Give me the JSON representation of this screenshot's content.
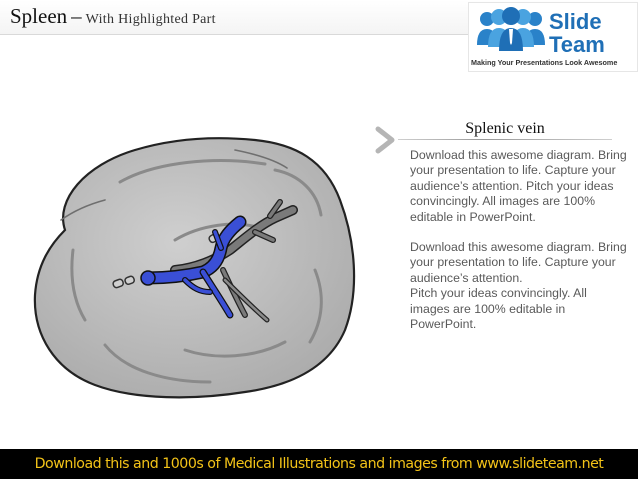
{
  "header": {
    "title_main": "Spleen",
    "title_separator": "–",
    "title_sub": "With Highlighted Part"
  },
  "logo": {
    "name_line1": "Slide",
    "name_line2": "Team",
    "tagline": "Making Your Presentations Look Awesome",
    "icon": "people-group-icon"
  },
  "content": {
    "heading": "Splenic vein",
    "paragraph1": "Download this awesome diagram. Bring your presentation to life. Capture your audience’s attention. Pitch your ideas convincingly. All images are 100% editable in PowerPoint.",
    "paragraph2a": "Download this awesome diagram. Bring your presentation to life. Capture your audience’s attention.",
    "paragraph2b": "Pitch your ideas convincingly. All images are 100% editable in PowerPoint.",
    "arrow_icon": "chevron-right-icon"
  },
  "footer": {
    "text": "Download this and 1000s of Medical Illustrations and images from www.slideteam.net"
  },
  "colors": {
    "highlight_vein": "#3a4fd6",
    "organ_fill": "#bdbdbd",
    "footer_bg": "#000000",
    "footer_text": "#f3c318",
    "brand": "#1f6fb6"
  }
}
